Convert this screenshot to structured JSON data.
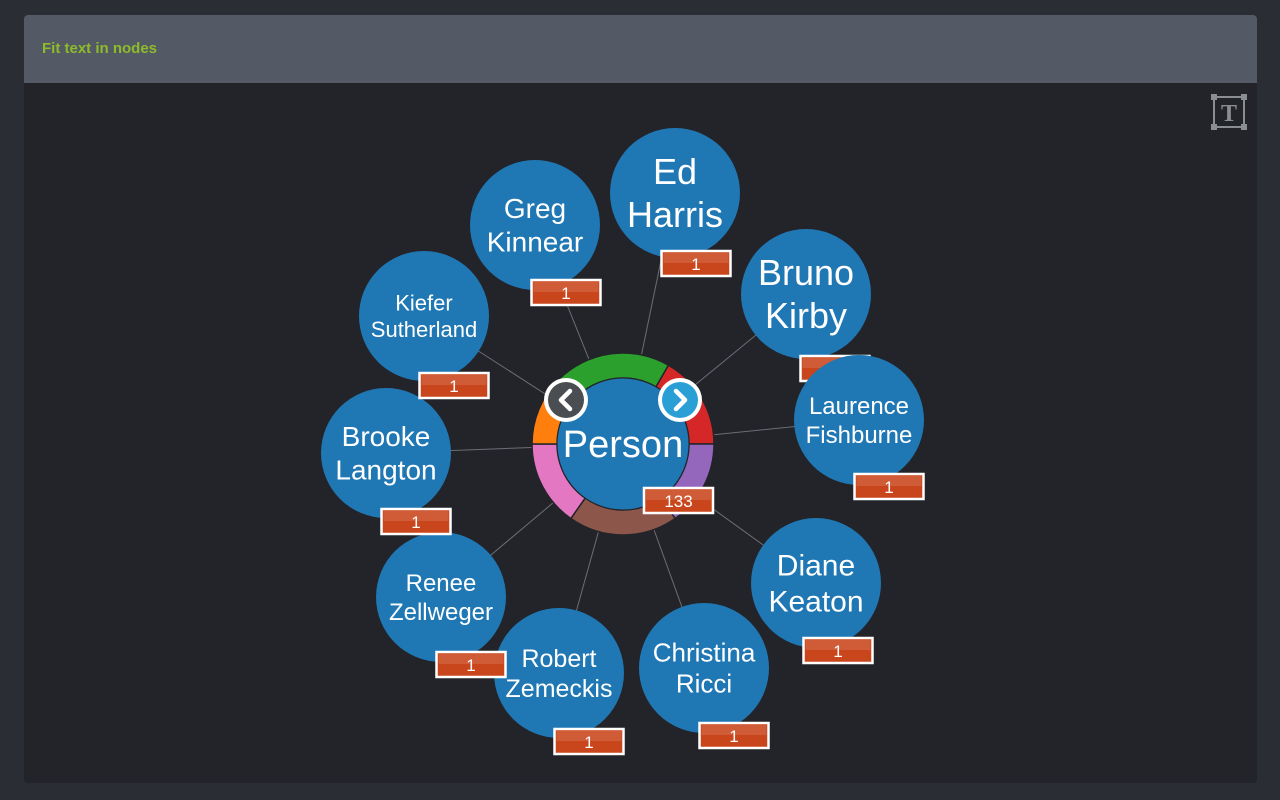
{
  "header": {
    "title": "Fit text in nodes"
  },
  "toolbar": {
    "text_toggle_icon": "text-fit-icon"
  },
  "graph": {
    "center": {
      "label": "Person",
      "count": "133",
      "prev_icon": "chevron-left-icon",
      "next_icon": "chevron-right-icon",
      "ring_colors": [
        "#2ca02c",
        "#d62728",
        "#9467bd",
        "#8c564b",
        "#e377c2",
        "#ff7f0e"
      ]
    },
    "nodes": [
      {
        "lines": [
          "Greg",
          "Kinnear"
        ],
        "count": "1"
      },
      {
        "lines": [
          "Ed",
          "Harris"
        ],
        "count": "1"
      },
      {
        "lines": [
          "Bruno",
          "Kirby"
        ],
        "count": "1"
      },
      {
        "lines": [
          "Laurence",
          "Fishburne"
        ],
        "count": "1"
      },
      {
        "lines": [
          "Diane",
          "Keaton"
        ],
        "count": "1"
      },
      {
        "lines": [
          "Christina",
          "Ricci"
        ],
        "count": "1"
      },
      {
        "lines": [
          "Robert",
          "Zemeckis"
        ],
        "count": "1"
      },
      {
        "lines": [
          "Renee",
          "Zellweger"
        ],
        "count": "1"
      },
      {
        "lines": [
          "Brooke",
          "Langton"
        ],
        "count": "1"
      },
      {
        "lines": [
          "Kiefer",
          "Sutherland"
        ],
        "count": "1"
      }
    ],
    "colors": {
      "node_fill": "#1f77b4",
      "badge_fill": "#c9461c",
      "badge_stroke": "#ffffff",
      "edge": "#6b6e74"
    }
  }
}
